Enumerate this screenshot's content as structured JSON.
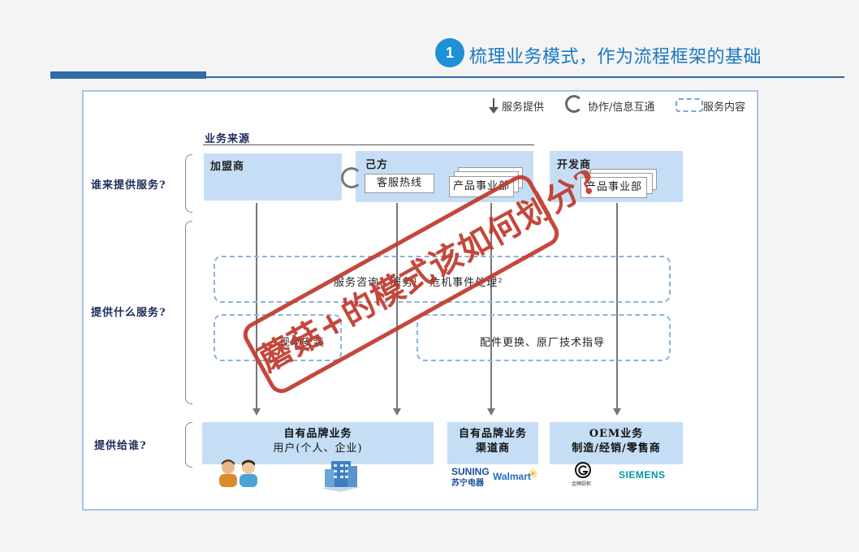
{
  "header": {
    "step_number": "1",
    "title": "梳理业务模式，作为流程框架的基础"
  },
  "legend": {
    "provide": "服务提供",
    "collab": "协作/信息互通",
    "content": "服务内容"
  },
  "rows": {
    "who_provides": "谁来提供服务?",
    "what_service": "提供什么服务?",
    "provide_to": "提供给谁?"
  },
  "source_label": "业务来源",
  "providers": {
    "franchise": "加盟商",
    "self": "己方",
    "hotline": "客服热线",
    "self_product": "产品事业部",
    "developer": "开发商",
    "dev_product": "产品事业部"
  },
  "services": {
    "consult": "服务咨询、服务¹、危机事件处理²",
    "install": "现场安装",
    "parts": "配件更换、原厂技术指导"
  },
  "targets": {
    "own_brand_user_title": "自有品牌业务",
    "own_brand_user_sub": "用户(个人、企业)",
    "own_brand_channel_title": "自有品牌业务",
    "own_brand_channel_sub": "渠道商",
    "oem_title": "OEM业务",
    "oem_sub": "制造/经销/零售商"
  },
  "logos": {
    "suning_top": "SUNING",
    "suning_bottom": "苏宁电器",
    "walmart": "Walmart",
    "gome": "金牌厨柜",
    "siemens": "SIEMENS"
  },
  "stamp": {
    "text": "蘑菇+的模式该如何划分?"
  },
  "colors": {
    "accent_blue": "#1e90d6",
    "box_fill": "#c5def5",
    "stamp_red": "#c0392b"
  }
}
